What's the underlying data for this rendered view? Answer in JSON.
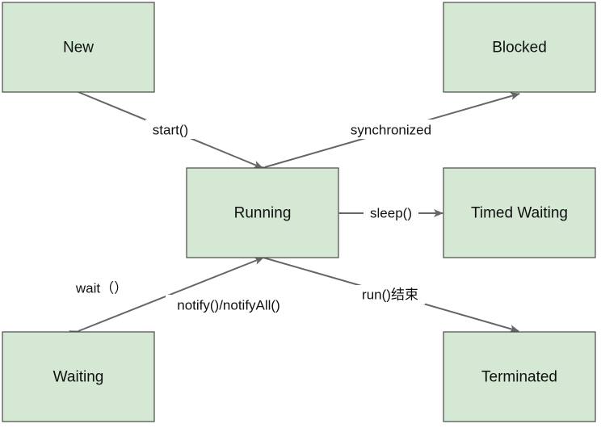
{
  "states": {
    "new": "New",
    "blocked": "Blocked",
    "running": "Running",
    "timed_waiting": "Timed Waiting",
    "waiting": "Waiting",
    "terminated": "Terminated"
  },
  "transitions": {
    "start": "start()",
    "synchronized": "synchronized",
    "sleep": "sleep()",
    "wait": "wait（）",
    "notify": "notify()/notifyAll()",
    "run_end": "run()结束"
  },
  "colors": {
    "state_fill": "#d5e8d4",
    "state_border": "#4a4a4a",
    "edge": "#666666"
  }
}
